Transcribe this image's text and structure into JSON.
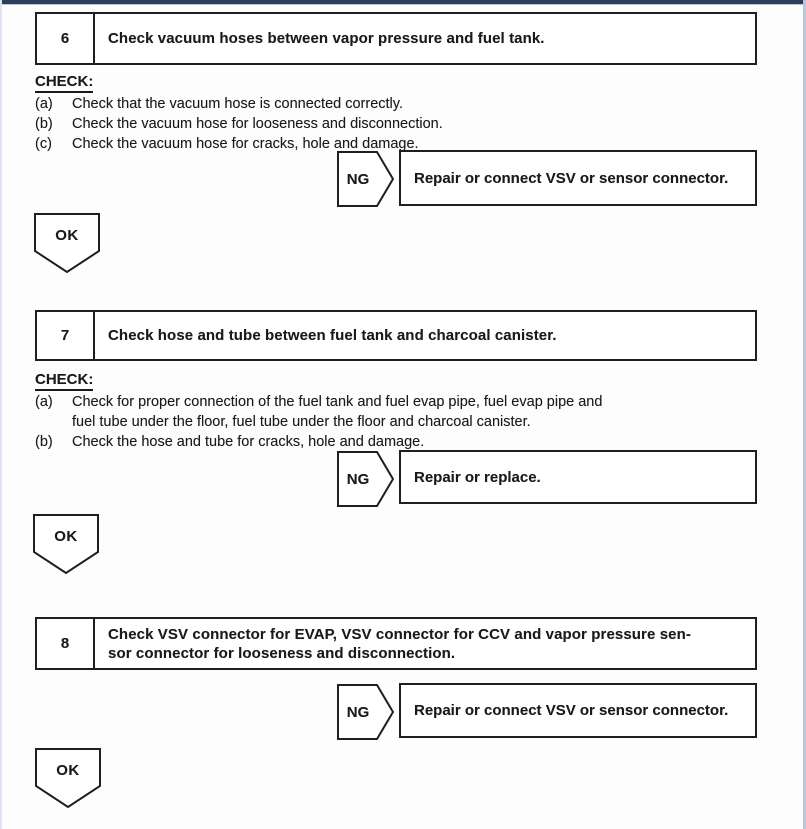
{
  "colors": {
    "top_bar_navy": "#2d3e5c",
    "edge_strip_left": "#dde5f2",
    "edge_strip_right": "#b8c7dd",
    "ink": "#1a1a1a",
    "paper": "#fdfdfd"
  },
  "steps": [
    {
      "number": "6",
      "title_lines": [
        "Check vacuum hoses between vapor pressure and fuel tank."
      ],
      "check_label": "CHECK:",
      "check_items": [
        {
          "marker": "(a)",
          "lines": [
            "Check that the vacuum hose is connected correctly."
          ]
        },
        {
          "marker": "(b)",
          "lines": [
            "Check the vacuum hose for looseness and disconnection."
          ]
        },
        {
          "marker": "(c)",
          "lines": [
            "Check the vacuum hose for cracks, hole and damage."
          ]
        }
      ],
      "ng_label": "NG",
      "ng_action": "Repair or connect VSV or sensor connector.",
      "ok_label": "OK"
    },
    {
      "number": "7",
      "title_lines": [
        "Check hose and tube between fuel tank and charcoal canister."
      ],
      "check_label": "CHECK:",
      "check_items": [
        {
          "marker": "(a)",
          "lines": [
            "Check for proper connection of the fuel tank and fuel evap pipe, fuel evap pipe and",
            "fuel tube under the floor, fuel tube under the floor and charcoal canister."
          ]
        },
        {
          "marker": "(b)",
          "lines": [
            "Check the hose and tube for cracks, hole and damage."
          ]
        }
      ],
      "ng_label": "NG",
      "ng_action": "Repair or replace.",
      "ok_label": "OK"
    },
    {
      "number": "8",
      "title_lines": [
        "Check VSV connector for EVAP, VSV connector for CCV and vapor pressure sen-",
        "sor connector for looseness and disconnection."
      ],
      "ng_label": "NG",
      "ng_action": "Repair or connect VSV or sensor connector.",
      "ok_label": "OK"
    }
  ]
}
